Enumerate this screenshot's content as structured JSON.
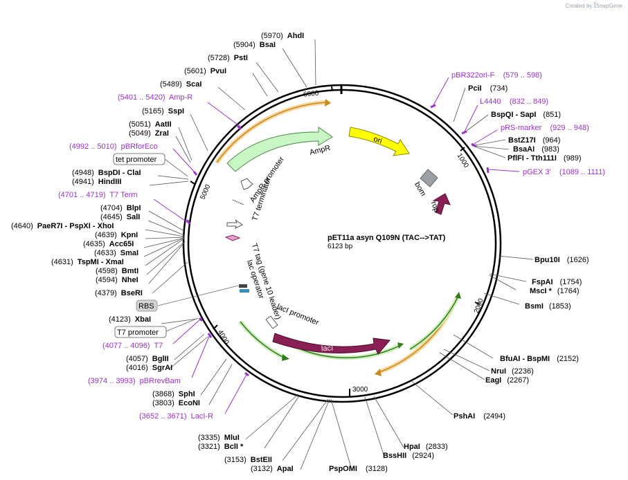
{
  "brand": {
    "text": "Created by",
    "logo": "SnapGene"
  },
  "plasmid": {
    "name": "pET11a asyn Q109N (TAC-->TAT)",
    "length": 6123,
    "length_label": "6123 bp"
  },
  "ticks": [
    "1000",
    "2000",
    "3000",
    "4000",
    "5000",
    "6000"
  ],
  "sites": [
    {
      "pos": "(5970)",
      "name": "AhdI",
      "order": "pos-name"
    },
    {
      "pos": "(5904)",
      "name": "BsaI",
      "order": "pos-name"
    },
    {
      "pos": "(5728)",
      "name": "PstI",
      "order": "pos-name"
    },
    {
      "pos": "(5601)",
      "name": "PvuI",
      "order": "pos-name"
    },
    {
      "pos": "(5489)",
      "name": "ScaI",
      "order": "pos-name"
    },
    {
      "pos": "(5165)",
      "name": "SspI",
      "order": "pos-name"
    },
    {
      "pos": "(5051)",
      "name": "AatII",
      "order": "pos-name"
    },
    {
      "pos": "(5049)",
      "name": "ZraI",
      "order": "pos-name"
    },
    {
      "pos": "(4948)",
      "name": "BspDI  - ClaI",
      "order": "pos-name"
    },
    {
      "pos": "(4941)",
      "name": "HindIII",
      "order": "pos-name"
    },
    {
      "pos": "(4704)",
      "name": "BlpI",
      "order": "pos-name"
    },
    {
      "pos": "(4645)",
      "name": "SalI",
      "order": "pos-name"
    },
    {
      "pos": "(4640)",
      "name": "PaeR7I  - PspXI  - XhoI",
      "order": "pos-name"
    },
    {
      "pos": "(4639)",
      "name": "KpnI",
      "order": "pos-name"
    },
    {
      "pos": "(4635)",
      "name": "Acc65I",
      "order": "pos-name"
    },
    {
      "pos": "(4633)",
      "name": "SmaI",
      "order": "pos-name"
    },
    {
      "pos": "(4631)",
      "name": "TspMI  - XmaI",
      "order": "pos-name"
    },
    {
      "pos": "(4598)",
      "name": "BmtI",
      "order": "pos-name"
    },
    {
      "pos": "(4594)",
      "name": "NheI",
      "order": "pos-name"
    },
    {
      "pos": "(4379)",
      "name": "BseRI",
      "order": "pos-name"
    },
    {
      "pos": "(4123)",
      "name": "XbaI",
      "order": "pos-name"
    },
    {
      "pos": "(4057)",
      "name": "BglII",
      "order": "pos-name"
    },
    {
      "pos": "(4016)",
      "name": "SgrAI",
      "order": "pos-name"
    },
    {
      "pos": "(3868)",
      "name": "SphI",
      "order": "pos-name"
    },
    {
      "pos": "(3803)",
      "name": "EcoNI",
      "order": "pos-name"
    },
    {
      "pos": "(3335)",
      "name": "MluI",
      "order": "pos-name"
    },
    {
      "pos": "(3321)",
      "name": "BclI *",
      "order": "pos-name"
    },
    {
      "pos": "(3153)",
      "name": "BstEII",
      "order": "pos-name"
    },
    {
      "pos": "(3132)",
      "name": "ApaI",
      "order": "pos-name"
    },
    {
      "pos": "(3128)",
      "name": "PspOMI",
      "order": "name-pos"
    },
    {
      "pos": "(2924)",
      "name": "BssHII",
      "order": "name-pos"
    },
    {
      "pos": "(2833)",
      "name": "HpaI",
      "order": "name-pos"
    },
    {
      "pos": "(2494)",
      "name": "PshAI",
      "order": "name-pos"
    },
    {
      "pos": "(2267)",
      "name": "EagI",
      "order": "name-pos"
    },
    {
      "pos": "(2236)",
      "name": "NruI",
      "order": "name-pos"
    },
    {
      "pos": "(2152)",
      "name": "BfuAI  - BspMI",
      "order": "name-pos"
    },
    {
      "pos": "(1853)",
      "name": "BsmI",
      "order": "name-pos"
    },
    {
      "pos": "(1764)",
      "name": "MscI *",
      "order": "name-pos"
    },
    {
      "pos": "(1754)",
      "name": "FspAI",
      "order": "name-pos"
    },
    {
      "pos": "(1626)",
      "name": "Bpu10I",
      "order": "name-pos"
    },
    {
      "pos": "(989)",
      "name": "PflFI  - Tth111I",
      "order": "name-pos"
    },
    {
      "pos": "(983)",
      "name": "BsaAI",
      "order": "name-pos"
    },
    {
      "pos": "(964)",
      "name": "BstZ17I",
      "order": "name-pos"
    },
    {
      "pos": "(851)",
      "name": "BspQI  - SapI",
      "order": "name-pos"
    },
    {
      "pos": "(734)",
      "name": "PciI",
      "order": "name-pos"
    }
  ],
  "primers": [
    {
      "text": "pBR322ori-F    (579 .. 598)"
    },
    {
      "text": "L4440    (832 .. 849)"
    },
    {
      "text": "pRS-marker    (929 .. 948)"
    },
    {
      "text": "pGEX 3'    (1089 .. 1111)"
    },
    {
      "text": "(5401 .. 5420)  Amp-R"
    },
    {
      "text": "(4992 .. 5010)  pBRforEco"
    },
    {
      "text": "(4701 .. 4719)  T7 Term"
    },
    {
      "text": "(4077 .. 4096)  T7"
    },
    {
      "text": "(3974 .. 3993)  pBRrevBam"
    },
    {
      "text": "(3652 .. 3671)  LacI-R"
    }
  ],
  "boxed_labels": [
    "tet promoter",
    "RBS",
    "T7 promoter"
  ],
  "features": [
    "AmpR",
    "ori",
    "bom",
    "rop",
    "lacI",
    "AmpR promoter",
    "T7 terminator",
    "T7 tag (gene 10 leader)",
    "lac operator",
    "lacI promoter"
  ],
  "colors": {
    "backbone": "#000000",
    "ampr": "#c8f7c5",
    "ori": "#ffff00",
    "lacI": "#8a1f55",
    "rop": "#8a1f55",
    "bom": "#9aa0a6",
    "primer": "#9b30d0",
    "orf": "#e8a33d",
    "orf_green": "#7ec850"
  }
}
